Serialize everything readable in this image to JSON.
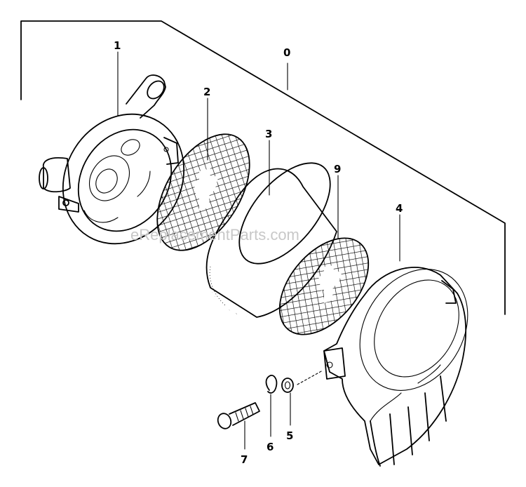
{
  "callouts": {
    "c0": "0",
    "c1": "1",
    "c2": "2",
    "c3": "3",
    "c4": "4",
    "c5": "5",
    "c6": "6",
    "c7": "7",
    "c9": "9"
  },
  "watermark": "eReplacementParts.com",
  "colors": {
    "line": "#000000",
    "background": "#ffffff",
    "watermark": "#c8c8c8"
  }
}
